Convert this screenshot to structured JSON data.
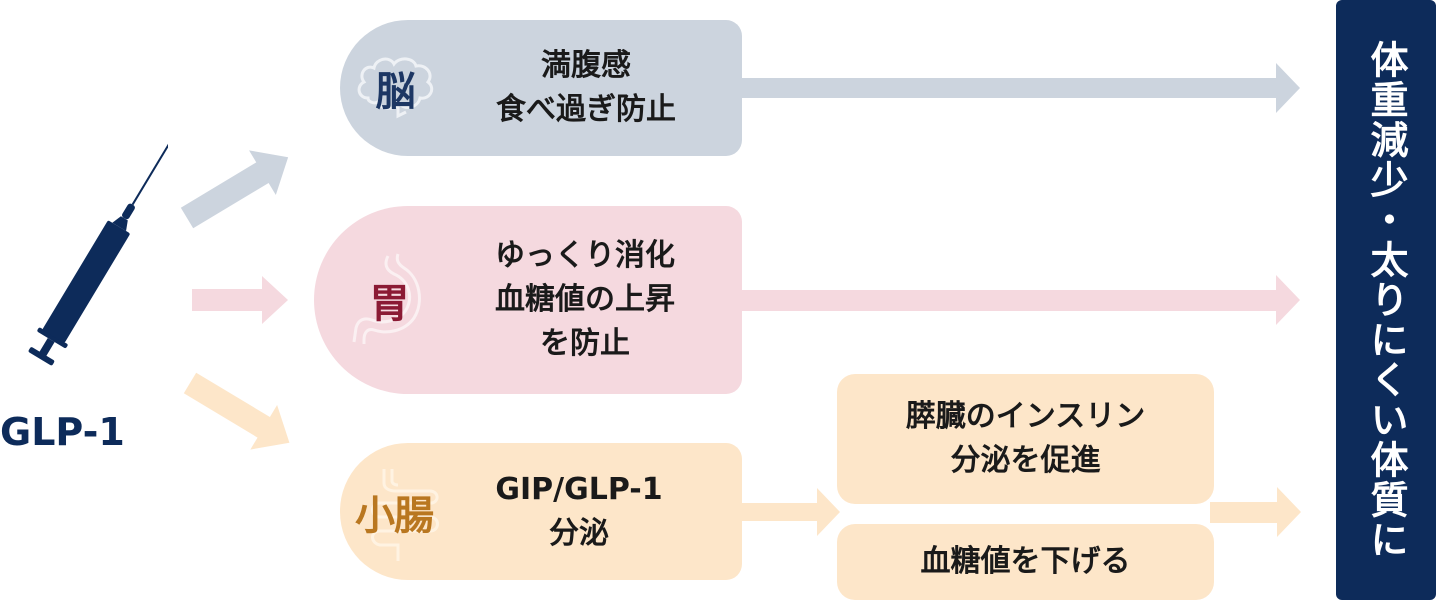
{
  "colors": {
    "navy": "#0d2b5a",
    "brain_bg": "#ccd4de",
    "stomach_bg": "#f5d9df",
    "intestine_bg": "#fde6c9",
    "brain_label": "#1d3764",
    "stomach_label": "#8b1a34",
    "intestine_label": "#b97720"
  },
  "drug": {
    "icon": "syringe-icon",
    "label": "GLP-1"
  },
  "organs": [
    {
      "id": "brain",
      "label": "脳",
      "icon": "brain-icon",
      "lines": [
        "満腹感",
        "食べ過ぎ防止"
      ]
    },
    {
      "id": "stomach",
      "label": "胃",
      "icon": "stomach-icon",
      "lines": [
        "ゆっくり消化",
        "血糖値の上昇",
        "を防止"
      ]
    },
    {
      "id": "intestine",
      "label": "小腸",
      "icon": "intestine-icon",
      "lines": [
        "GIP/GLP-1",
        "分泌"
      ]
    }
  ],
  "intestine_effects": [
    {
      "lines": [
        "膵臓のインスリン",
        "分泌を促進"
      ]
    },
    {
      "lines": [
        "血糖値を下げる"
      ]
    }
  ],
  "result": {
    "text": "体重減少・太りにくい体質に"
  }
}
